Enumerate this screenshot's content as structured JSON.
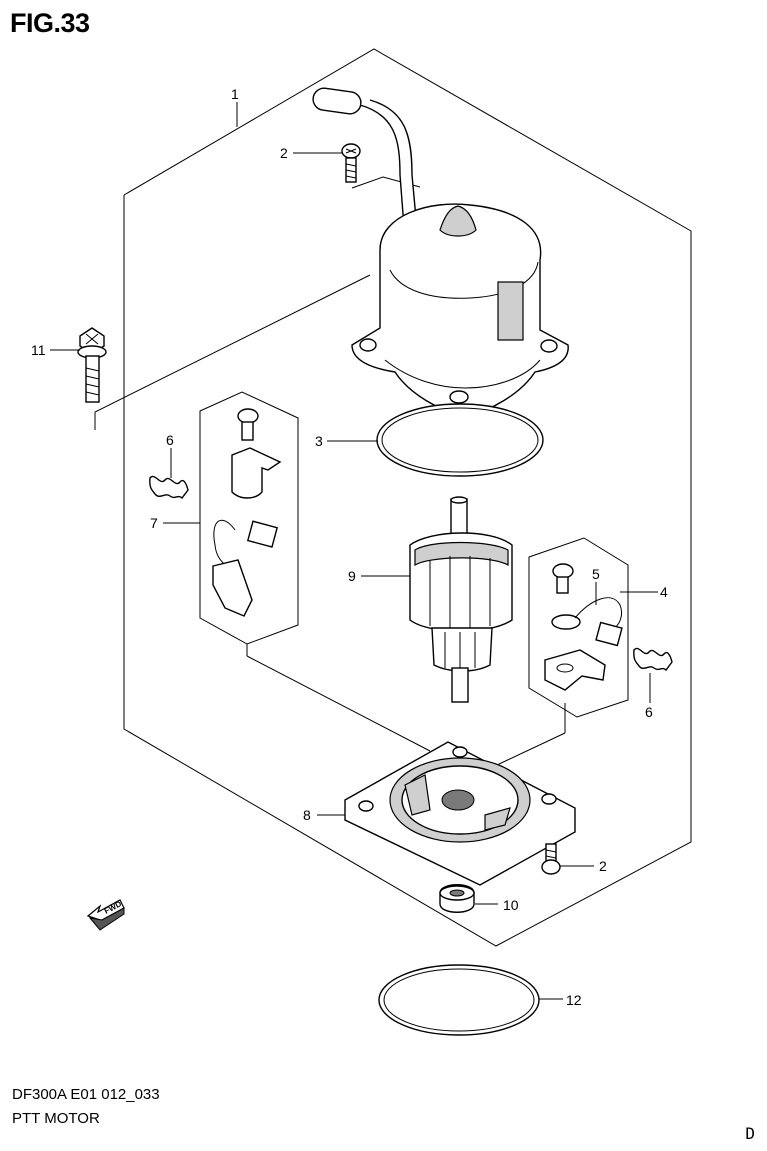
{
  "header": {
    "figure_title": "FIG.33"
  },
  "footer": {
    "model_code": "DF300A E01 012_033",
    "section_title": "PTT MOTOR",
    "corner_mark": "D"
  },
  "fwd_arrow": {
    "label": "FWD"
  },
  "callouts": {
    "c1": "1",
    "c2a": "2",
    "c2b": "2",
    "c3": "3",
    "c4": "4",
    "c5": "5",
    "c6a": "6",
    "c6b": "6",
    "c7": "7",
    "c8": "8",
    "c9": "9",
    "c10": "10",
    "c11": "11",
    "c12": "12"
  }
}
